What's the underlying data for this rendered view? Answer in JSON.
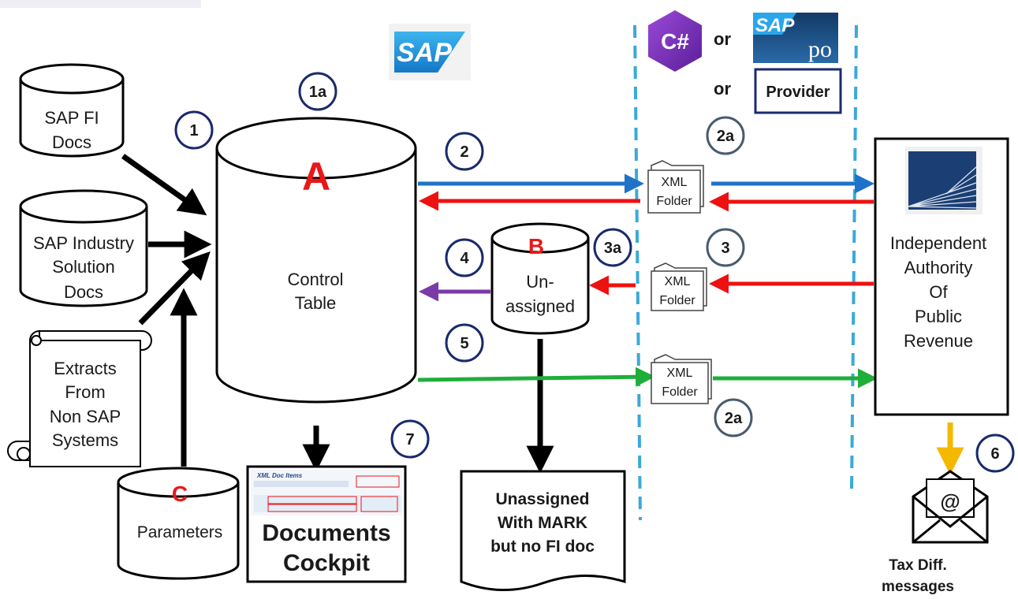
{
  "logos": {
    "sap_logo_text": "SAP",
    "sap_po_logo_text": "SAP",
    "sap_po_logo_suffix": "po",
    "csharp_logo_text": "C#"
  },
  "header": {
    "or_1": "or",
    "or_2": "or",
    "provider_label": "Provider"
  },
  "sources": {
    "sap_fi_docs": [
      "SAP FI",
      "Docs"
    ],
    "sap_industry_docs": [
      "SAP Industry",
      "Solution",
      "Docs"
    ],
    "non_sap_extracts": [
      "Extracts",
      "From",
      "Non SAP",
      "Systems"
    ]
  },
  "control_table": {
    "letter": "A",
    "label": [
      "Control",
      "Table"
    ]
  },
  "unassigned_db": {
    "letter": "B",
    "label": [
      "Un-",
      "assigned"
    ]
  },
  "parameters_db": {
    "letter": "C",
    "label": "Parameters"
  },
  "documents_cockpit": {
    "screenshot_title": "XML Doc Items",
    "label": [
      "Documents",
      "Cockpit"
    ]
  },
  "unassigned_doc": {
    "label": [
      "Unassigned",
      "With MARK",
      "but no FI doc"
    ]
  },
  "xml_folders": [
    {
      "label": [
        "XML",
        "Folder"
      ]
    },
    {
      "label": [
        "XML",
        "Folder"
      ]
    },
    {
      "label": [
        "XML",
        "Folder"
      ]
    }
  ],
  "authority": {
    "label": [
      "Independent",
      "Authority",
      "Of",
      "Public",
      "Revenue"
    ]
  },
  "tax_diff": {
    "icon_glyph": "@",
    "label": [
      "Tax Diff.",
      "messages"
    ]
  },
  "step_badges": {
    "s1": "1",
    "s1a": "1a",
    "s2": "2",
    "s2a_top": "2a",
    "s3": "3",
    "s3a": "3a",
    "s4": "4",
    "s5": "5",
    "s2a_bottom": "2a",
    "s6": "6",
    "s7": "7"
  },
  "colors": {
    "accent_red": "#e81818",
    "arrow_blue": "#1e73c8",
    "arrow_red": "#ee1111",
    "arrow_purple": "#7a3aa8",
    "arrow_green": "#1fae3a",
    "arrow_yellow": "#f5b800",
    "badge_border": "#1a2a6c",
    "divider_blue": "#3aa9d8"
  }
}
